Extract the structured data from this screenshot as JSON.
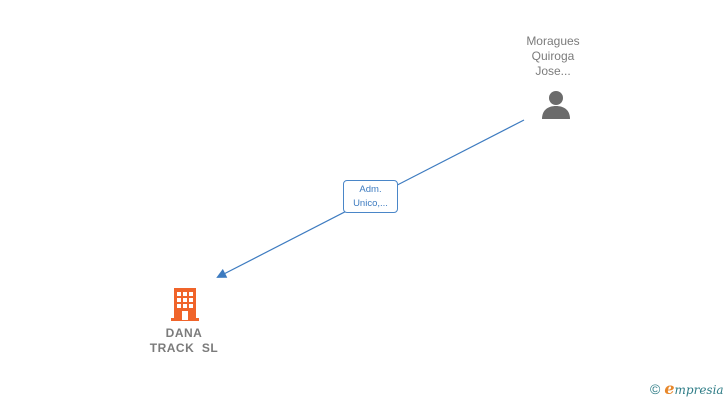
{
  "nodes": {
    "person": {
      "label_lines": [
        "Moragues",
        "Quiroga",
        "Jose..."
      ],
      "icon": "person-icon",
      "color": "#6b6b6b"
    },
    "company": {
      "label_lines": [
        "DANA",
        "TRACK  SL"
      ],
      "icon": "building-icon",
      "color": "#f0642a"
    }
  },
  "edge": {
    "label_lines": [
      "Adm.",
      "Unico,..."
    ],
    "color": "#3d7bc0"
  },
  "footer": {
    "copyright_symbol": "©",
    "brand_first_letter": "e",
    "brand_rest": "mpresia",
    "brand_color": "#2f7d87",
    "brand_accent": "#e8872a"
  }
}
